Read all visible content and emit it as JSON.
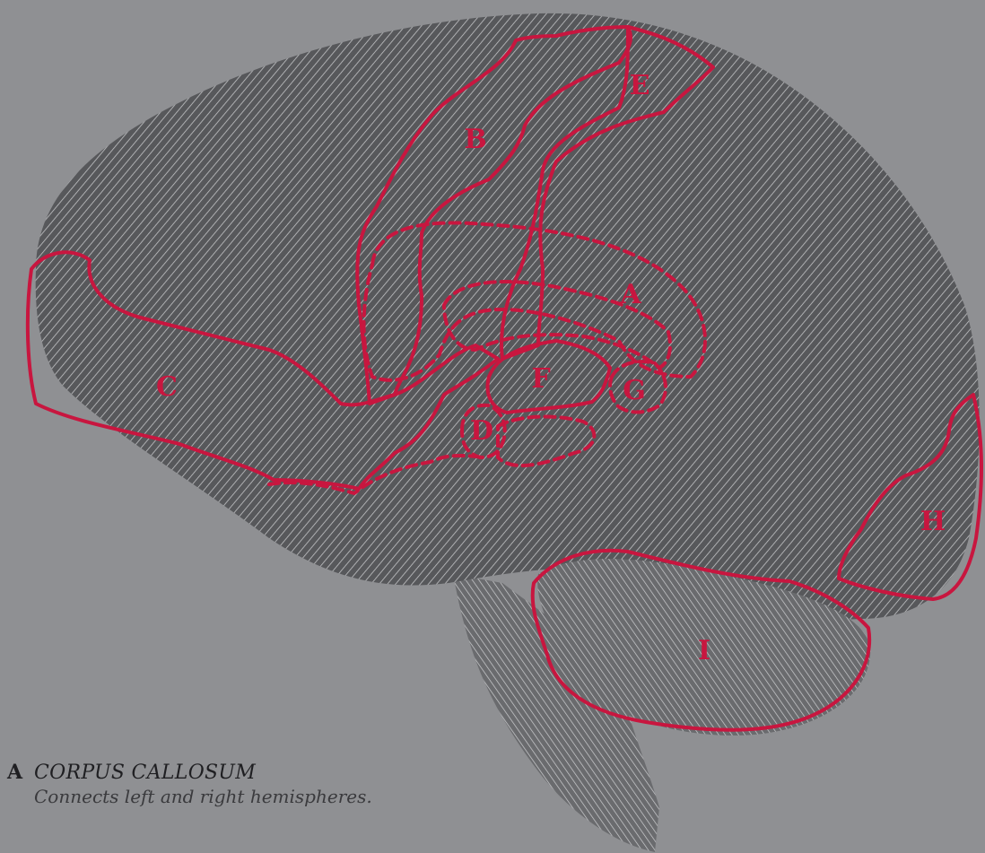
{
  "diagram": {
    "colors": {
      "background": "#8f9093",
      "brain_fill": "#5a5b5e",
      "brain_hatch": "#c9cacc",
      "outline_accent": "#c8163f"
    },
    "regions": [
      {
        "id": "A",
        "label": "A",
        "outline": "dashed"
      },
      {
        "id": "B",
        "label": "B",
        "outline": "solid"
      },
      {
        "id": "C",
        "label": "C",
        "outline": "solid"
      },
      {
        "id": "D",
        "label": "D",
        "outline": "dashed"
      },
      {
        "id": "E",
        "label": "E",
        "outline": "solid"
      },
      {
        "id": "F",
        "label": "F",
        "outline": "solid"
      },
      {
        "id": "G",
        "label": "G",
        "outline": "dashed"
      },
      {
        "id": "H",
        "label": "H",
        "outline": "solid"
      },
      {
        "id": "I",
        "label": "I",
        "outline": "solid"
      }
    ]
  },
  "legend": {
    "entries": [
      {
        "letter": "A",
        "name": "CORPUS CALLOSUM",
        "description": "Connects left and right hemispheres."
      }
    ]
  }
}
